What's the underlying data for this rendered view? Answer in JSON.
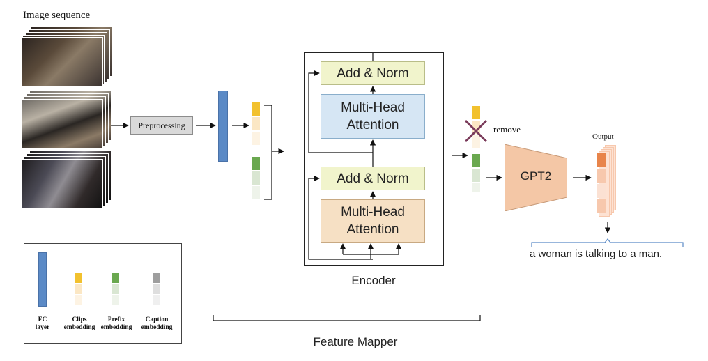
{
  "image_sequence_label": "Image sequence",
  "preprocessing_label": "Preprocessing",
  "encoder": {
    "title": "Encoder",
    "top_add_norm": "Add & Norm",
    "top_attention": [
      "Multi-Head",
      "Attention"
    ],
    "bottom_add_norm": "Add & Norm",
    "bottom_attention": [
      "Multi-Head",
      "Attention"
    ]
  },
  "feature_mapper_label": "Feature Mapper",
  "remove_label": "remove",
  "gpt2_label": "GPT2",
  "output_label": "Output",
  "caption_text": "a woman is talking to a man.",
  "legend": {
    "fc": [
      "FC",
      "layer"
    ],
    "clips": [
      "Clips",
      "embedding"
    ],
    "prefix": [
      "Prefix",
      "embedding"
    ],
    "caption": [
      "Caption",
      "embedding"
    ]
  },
  "colors": {
    "fc_layer": "#5b8ac6",
    "clips_embedding": "#f2c12e",
    "prefix_embedding": "#6aa84f",
    "caption_embedding": "#9e9e9e",
    "output_token": "#e8844a",
    "gpt2_fill": "#f4c7a6",
    "remove_cross": "#7a3a5a"
  }
}
